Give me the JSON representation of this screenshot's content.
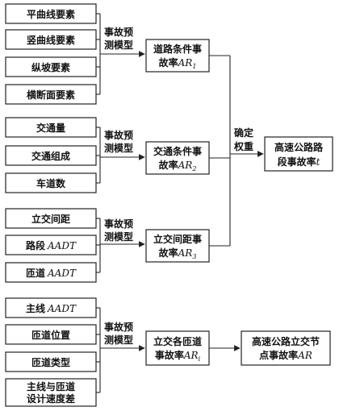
{
  "groups": [
    {
      "inputs": [
        "平曲线要素",
        "竖曲线要素",
        "纵坡要素",
        "横断面要素"
      ],
      "model_label": [
        "事故预",
        "测模型"
      ],
      "output": {
        "line1": "道路条件事",
        "line2_prefix": "故率",
        "sym": "AR",
        "sub": "1"
      }
    },
    {
      "inputs": [
        "交通量",
        "交通组成",
        "车道数"
      ],
      "model_label": [
        "事故预",
        "测模型"
      ],
      "output": {
        "line1": "交通条件事",
        "line2_prefix": "故率",
        "sym": "AR",
        "sub": "2"
      }
    },
    {
      "inputs": [
        "立交间距",
        "路段",
        "匝道"
      ],
      "input_suffix": [
        "",
        "AADT",
        "AADT"
      ],
      "model_label": [
        "事故预",
        "测模型"
      ],
      "output": {
        "line1": "立交间距事",
        "line2_prefix": "故率",
        "sym": "AR",
        "sub": "3"
      }
    },
    {
      "inputs": [
        "主线",
        "匝道位置",
        "匝道类型",
        "主线与匝道"
      ],
      "input_suffix": [
        "AADT",
        "",
        "",
        ""
      ],
      "input_line2": [
        "",
        "",
        "",
        "设计速度差"
      ],
      "model_label": [
        "事故预",
        "测模型"
      ],
      "output": {
        "line1": "立交各匝道",
        "line2_prefix": "事故率",
        "sym": "AR",
        "sub": "i"
      }
    }
  ],
  "weight_label": [
    "确定",
    "权重"
  ],
  "final_segment": {
    "line1": "高速公路路",
    "line2_prefix": "段事故率",
    "sym": "t"
  },
  "final_node": {
    "line1": "高速公路立交节",
    "line2_prefix": "点事故率",
    "sym": "AR"
  }
}
